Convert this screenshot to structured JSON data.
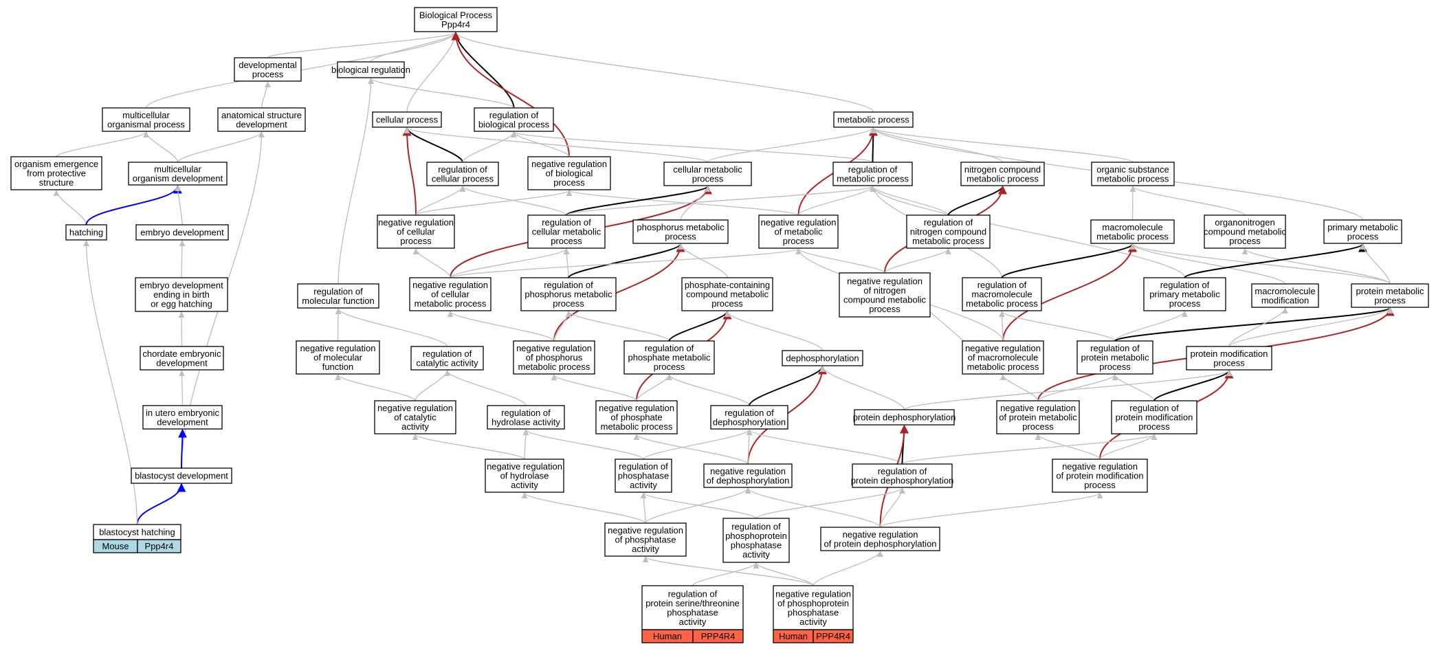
{
  "colors": {
    "gray_edge": "#c0c0c0",
    "black_edge": "#000000",
    "red_edge": "#b22222",
    "blue_edge": "#0000ff",
    "mouse_fill": "#add8e6",
    "human_fill": "#ff6347"
  },
  "nodes": [
    {
      "id": "bp",
      "lines": [
        "Biological Process",
        "Ppp4r4"
      ]
    },
    {
      "id": "dev",
      "lines": [
        "developmental",
        "process"
      ]
    },
    {
      "id": "breg",
      "lines": [
        "biological regulation"
      ]
    },
    {
      "id": "mop",
      "lines": [
        "multicellular",
        "organismal process"
      ]
    },
    {
      "id": "asd",
      "lines": [
        "anatomical structure",
        "development"
      ]
    },
    {
      "id": "cp",
      "lines": [
        "cellular process"
      ]
    },
    {
      "id": "rbp",
      "lines": [
        "regulation of",
        "biological process"
      ]
    },
    {
      "id": "mp",
      "lines": [
        "metabolic process"
      ]
    },
    {
      "id": "oe",
      "lines": [
        "organism emergence",
        "from protective",
        "structure"
      ]
    },
    {
      "id": "mod",
      "lines": [
        "multicellular",
        "organism development"
      ]
    },
    {
      "id": "rcp",
      "lines": [
        "regulation of",
        "cellular process"
      ]
    },
    {
      "id": "nrbp",
      "lines": [
        "negative regulation",
        "of biological",
        "process"
      ]
    },
    {
      "id": "cmp",
      "lines": [
        "cellular metabolic",
        "process"
      ]
    },
    {
      "id": "rmp",
      "lines": [
        "regulation of",
        "metabolic process"
      ]
    },
    {
      "id": "ncmp",
      "lines": [
        "nitrogen compound",
        "metabolic process"
      ]
    },
    {
      "id": "osmp",
      "lines": [
        "organic substance",
        "metabolic process"
      ]
    },
    {
      "id": "hat",
      "lines": [
        "hatching"
      ]
    },
    {
      "id": "ed",
      "lines": [
        "embryo development"
      ]
    },
    {
      "id": "nrcp",
      "lines": [
        "negative regulation",
        "of cellular",
        "process"
      ]
    },
    {
      "id": "rcmp",
      "lines": [
        "regulation of",
        "cellular metabolic",
        "process"
      ]
    },
    {
      "id": "phmp",
      "lines": [
        "phosphorus metabolic",
        "process"
      ]
    },
    {
      "id": "nrmp",
      "lines": [
        "negative regulation",
        "of metabolic",
        "process"
      ]
    },
    {
      "id": "rncmp",
      "lines": [
        "regulation of",
        "nitrogen compound",
        "metabolic process"
      ]
    },
    {
      "id": "mmp",
      "lines": [
        "macromolecule",
        "metabolic process"
      ]
    },
    {
      "id": "oncmp",
      "lines": [
        "organonitrogen",
        "compound metabolic",
        "process"
      ]
    },
    {
      "id": "pmp",
      "lines": [
        "primary metabolic",
        "process"
      ]
    },
    {
      "id": "ede",
      "lines": [
        "embryo development",
        "ending in birth",
        "or egg hatching"
      ]
    },
    {
      "id": "rmf",
      "lines": [
        "regulation of",
        "molecular function"
      ]
    },
    {
      "id": "nrcmp",
      "lines": [
        "negative regulation",
        "of cellular",
        "metabolic process"
      ]
    },
    {
      "id": "rphmp",
      "lines": [
        "regulation of",
        "phosphorus metabolic",
        "process"
      ]
    },
    {
      "id": "pcmp",
      "lines": [
        "phosphate-containing",
        "compound metabolic",
        "process"
      ]
    },
    {
      "id": "nrncmp",
      "lines": [
        "negative regulation",
        "of nitrogen",
        "compound metabolic",
        "process"
      ]
    },
    {
      "id": "rmmp",
      "lines": [
        "regulation of",
        "macromolecule",
        "metabolic process"
      ]
    },
    {
      "id": "rpmp",
      "lines": [
        "regulation of",
        "primary metabolic",
        "process"
      ]
    },
    {
      "id": "mm",
      "lines": [
        "macromolecule",
        "modification"
      ]
    },
    {
      "id": "prmp",
      "lines": [
        "protein metabolic",
        "process"
      ]
    },
    {
      "id": "ced",
      "lines": [
        "chordate embryonic",
        "development"
      ]
    },
    {
      "id": "nrmf",
      "lines": [
        "negative regulation",
        "of molecular",
        "function"
      ]
    },
    {
      "id": "rca",
      "lines": [
        "regulation of",
        "catalytic activity"
      ]
    },
    {
      "id": "nrphmp",
      "lines": [
        "negative regulation",
        "of phosphorus",
        "metabolic process"
      ]
    },
    {
      "id": "rpamp",
      "lines": [
        "regulation of",
        "phosphate metabolic",
        "process"
      ]
    },
    {
      "id": "dph",
      "lines": [
        "dephosphorylation"
      ]
    },
    {
      "id": "nrmmp",
      "lines": [
        "negative regulation",
        "of macromolecule",
        "metabolic process"
      ]
    },
    {
      "id": "rprmp",
      "lines": [
        "regulation of",
        "protein metabolic",
        "process"
      ]
    },
    {
      "id": "pmod",
      "lines": [
        "protein modification",
        "process"
      ]
    },
    {
      "id": "iued",
      "lines": [
        "in utero embryonic",
        "development"
      ]
    },
    {
      "id": "nrca",
      "lines": [
        "negative regulation",
        "of catalytic",
        "activity"
      ]
    },
    {
      "id": "rha",
      "lines": [
        "regulation of",
        "hydrolase activity"
      ]
    },
    {
      "id": "nrpamp",
      "lines": [
        "negative regulation",
        "of phosphate",
        "metabolic process"
      ]
    },
    {
      "id": "rdph",
      "lines": [
        "regulation of",
        "dephosphorylation"
      ]
    },
    {
      "id": "pdph",
      "lines": [
        "protein dephosphorylation"
      ]
    },
    {
      "id": "nrprmp",
      "lines": [
        "negative regulation",
        "of protein metabolic",
        "process"
      ]
    },
    {
      "id": "rpmod",
      "lines": [
        "regulation of",
        "protein modification",
        "process"
      ]
    },
    {
      "id": "bd",
      "lines": [
        "blastocyst development"
      ]
    },
    {
      "id": "nrha",
      "lines": [
        "negative regulation",
        "of hydrolase",
        "activity"
      ]
    },
    {
      "id": "rpa",
      "lines": [
        "regulation of",
        "phosphatase",
        "activity"
      ]
    },
    {
      "id": "nrdph",
      "lines": [
        "negative regulation",
        "of dephosphorylation"
      ]
    },
    {
      "id": "rpdph",
      "lines": [
        "regulation of",
        "protein dephosphorylation"
      ]
    },
    {
      "id": "nrpmod",
      "lines": [
        "negative regulation",
        "of protein modification",
        "process"
      ]
    },
    {
      "id": "bh",
      "lines": [
        "blastocyst hatching"
      ],
      "legend": [
        "Mouse",
        "Ppp4r4"
      ]
    },
    {
      "id": "nrpa",
      "lines": [
        "negative regulation",
        "of phosphatase",
        "activity"
      ]
    },
    {
      "id": "rppa",
      "lines": [
        "regulation of",
        "phosphoprotein",
        "phosphatase",
        "activity"
      ]
    },
    {
      "id": "nrpdph",
      "lines": [
        "negative regulation",
        "of protein dephosphorylation"
      ]
    },
    {
      "id": "rpsta",
      "lines": [
        "regulation of",
        "protein serine/threonine",
        "phosphatase",
        "activity"
      ],
      "legend": [
        "Human",
        "PPP4R4"
      ]
    },
    {
      "id": "nrppa",
      "lines": [
        "negative regulation",
        "of phosphoprotein",
        "phosphatase",
        "activity"
      ],
      "legend": [
        "Human",
        "PPP4R4"
      ]
    }
  ]
}
